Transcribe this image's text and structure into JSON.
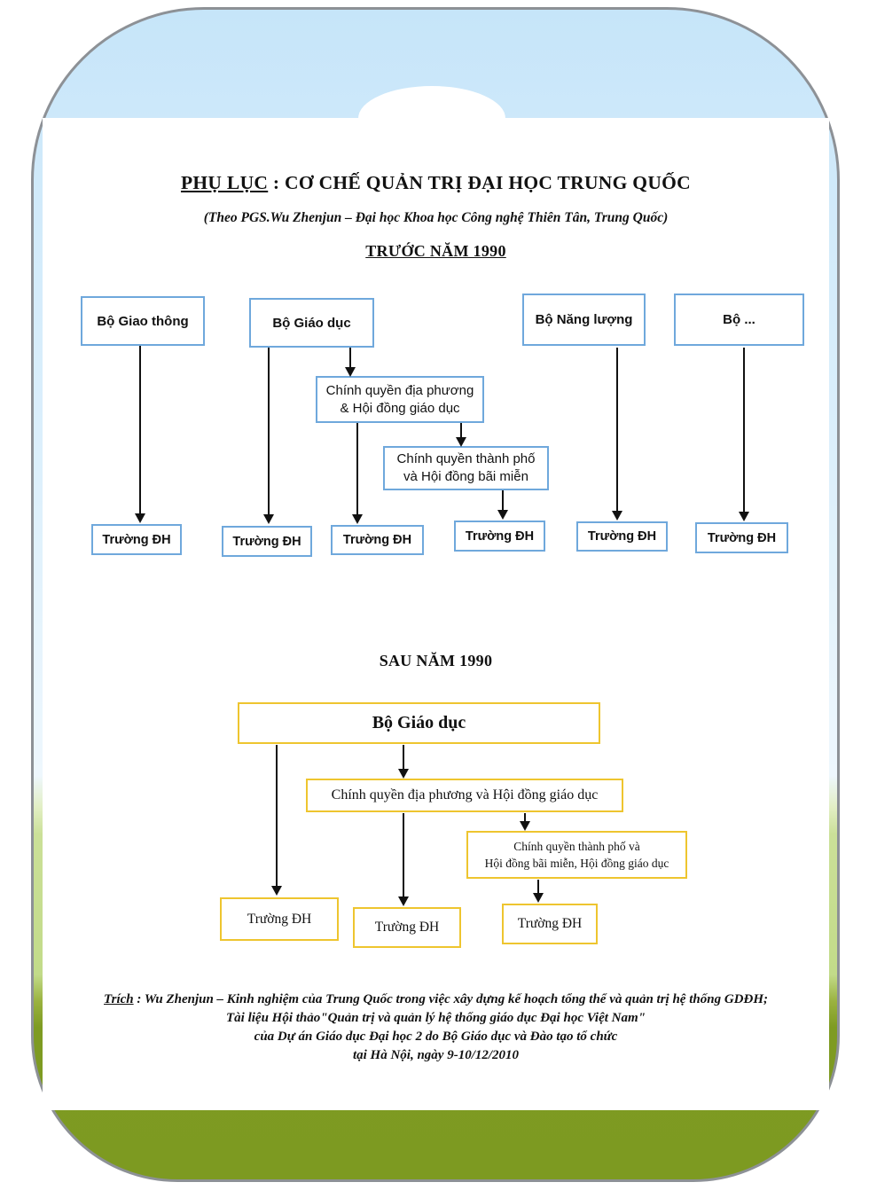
{
  "header": {
    "title_prefix": "PHỤ LỤC",
    "title_rest": " : CƠ CHẾ QUẢN TRỊ ĐẠI HỌC TRUNG QUỐC",
    "subtitle": "(Theo PGS.Wu Zhenjun – Đại học Khoa học Công nghệ Thiên Tân, Trung Quốc)"
  },
  "before_1990": {
    "heading": "TRƯỚC NĂM 1990",
    "ministries": [
      "Bộ Giao thông",
      "Bộ Giáo dục",
      "Bộ Năng lượng",
      "Bộ ..."
    ],
    "local_gov_line1": "Chính quyền địa phương",
    "local_gov_line2": "& Hội đồng giáo dục",
    "city_gov_line1": "Chính quyền thành phố",
    "city_gov_line2": "và Hội đồng bãi miễn",
    "universities": [
      "Trường ĐH",
      "Trường ĐH",
      "Trường ĐH",
      "Trường ĐH",
      "Trường ĐH",
      "Trường ĐH"
    ]
  },
  "after_1990": {
    "heading": "SAU NĂM 1990",
    "ministry": "Bộ Giáo dục",
    "local_gov": "Chính quyền địa phương và Hội đồng giáo dục",
    "city_gov_line1": "Chính quyền thành phố và",
    "city_gov_line2": "Hội đồng bãi miễn, Hội đồng giáo dục",
    "universities": [
      "Trường ĐH",
      "Trường ĐH",
      "Trường ĐH"
    ]
  },
  "footer": {
    "prefix": "Trích",
    "line1_rest": " : Wu Zhenjun – Kinh nghiệm của Trung Quốc trong việc xây dựng kế hoạch tổng thể và quản trị hệ thống GDĐH;",
    "line2": "Tài liệu Hội thảo\"Quản trị và quản lý hệ thống giáo dục Đại học Việt Nam\"",
    "line3": "của Dự án Giáo dục Đại học 2 do Bộ Giáo dục và Đào tạo tổ chức",
    "line4": "tại Hà Nội, ngày 9-10/12/2010"
  },
  "colors": {
    "before_box_border": "#6fa8dc",
    "after_box_border": "#eec52f",
    "sky": "#c6e5f9",
    "grass_light": "#cbe098",
    "grass_dark": "#7e9b22",
    "frame_border": "#8d9196"
  }
}
